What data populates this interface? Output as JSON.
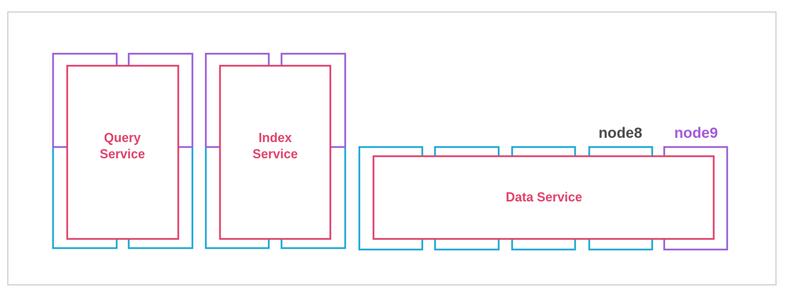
{
  "diagram": {
    "services": {
      "query": {
        "line1": "Query",
        "line2": "Service"
      },
      "index": {
        "line1": "Index",
        "line2": "Service"
      },
      "data": {
        "label": "Data Service"
      }
    },
    "nodes": {
      "node8": "node8",
      "node9": "node9"
    },
    "colors": {
      "service": "#e0426b",
      "node_blue": "#1ea7d6",
      "node_purple": "#9b5fd6",
      "node8_label": "#4a4a4a",
      "node9_label": "#a35ad8",
      "border": "#cccccc"
    }
  }
}
